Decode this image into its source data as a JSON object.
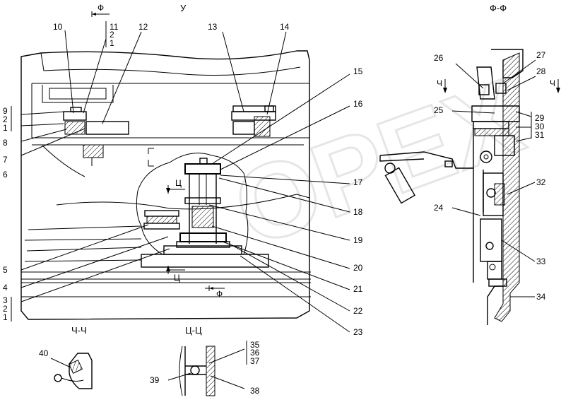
{
  "views": {
    "u": "У",
    "f_f": "Ф-Ф",
    "ch_ch": "Ч-Ч",
    "ts_ts": "Ц-Ц"
  },
  "section_marks": {
    "f_top": "Ф",
    "f_bottom": "Ф",
    "ts_upper": "Ц",
    "ts_lower": "Ц",
    "ch_left": "Ч",
    "ch_right": "Ч"
  },
  "callouts": {
    "n1a": "1",
    "n1b": "1",
    "n2a": "2",
    "n2b": "2",
    "n2c": "2",
    "n3": "3",
    "n4": "4",
    "n5": "5",
    "n6": "6",
    "n7": "7",
    "n8": "8",
    "n9": "9",
    "n10": "10",
    "n11": "11",
    "n12": "12",
    "n13": "13",
    "n14": "14",
    "n15": "15",
    "n16": "16",
    "n17": "17",
    "n18": "18",
    "n19": "19",
    "n20": "20",
    "n21": "21",
    "n22": "22",
    "n23": "23",
    "n24": "24",
    "n25": "25",
    "n26": "26",
    "n27": "27",
    "n28": "28",
    "n29": "29",
    "n30": "30",
    "n31": "31",
    "n32": "32",
    "n33": "33",
    "n34": "34",
    "n35": "35",
    "n36": "36",
    "n37": "37",
    "n38": "38",
    "n39": "39",
    "n40": "40"
  },
  "watermark": "OPEX"
}
